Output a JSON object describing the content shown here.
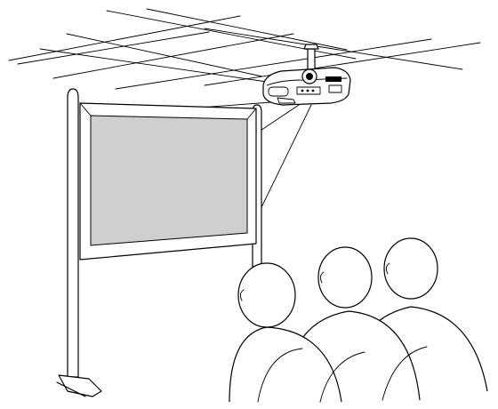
{
  "scene": {
    "elements": [
      "ceiling-grid",
      "ceiling-mounted-projector",
      "projection-screen-on-stand",
      "audience"
    ],
    "colors": {
      "ink": "#000000",
      "screen_image": "#cfcfcf",
      "background": "#ffffff"
    },
    "audience_count": 3,
    "icon_names": [
      "projector-icon",
      "screen-icon",
      "person-icon"
    ]
  }
}
